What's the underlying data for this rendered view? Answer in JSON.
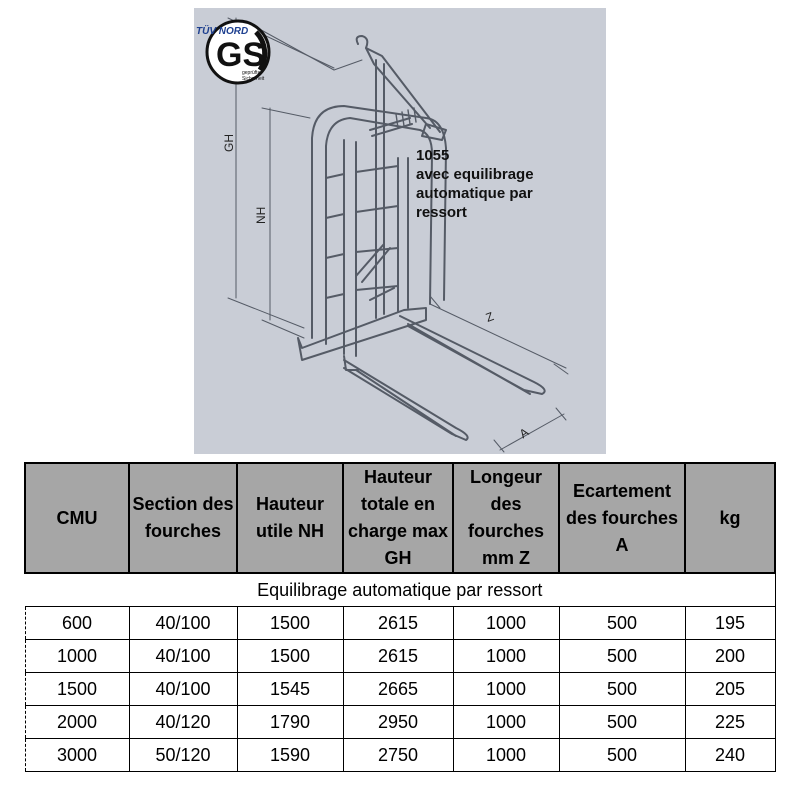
{
  "drawing": {
    "caption_lines": [
      "1055",
      "avec equilibrage",
      "automatique par",
      "ressort"
    ],
    "dimension_labels": {
      "gh": "GH",
      "nh": "NH",
      "z": "Z",
      "a": "A"
    },
    "seal": {
      "top_text": "TÜV NORD",
      "mark": "GS",
      "sub_text_1": "geprüfte",
      "sub_text_2": "Sicherheit"
    }
  },
  "table": {
    "headers": [
      "CMU",
      "Section des fourches",
      "Hauteur utile NH",
      "Hauteur totale en charge max GH",
      "Longeur des fourches mm Z",
      "Ecartement des fourches A",
      "kg"
    ],
    "subheader": "Equilibrage automatique par ressort",
    "rows": [
      [
        "600",
        "40/100",
        "1500",
        "2615",
        "1000",
        "500",
        "195"
      ],
      [
        "1000",
        "40/100",
        "1500",
        "2615",
        "1000",
        "500",
        "200"
      ],
      [
        "1500",
        "40/100",
        "1545",
        "2665",
        "1000",
        "500",
        "205"
      ],
      [
        "2000",
        "40/120",
        "1790",
        "2950",
        "1000",
        "500",
        "225"
      ],
      [
        "3000",
        "50/120",
        "1590",
        "2750",
        "1000",
        "500",
        "240"
      ]
    ]
  },
  "colors": {
    "panel_bg": "#c9cdd6",
    "header_bg": "#a6a6a6",
    "line": "#555b66"
  }
}
